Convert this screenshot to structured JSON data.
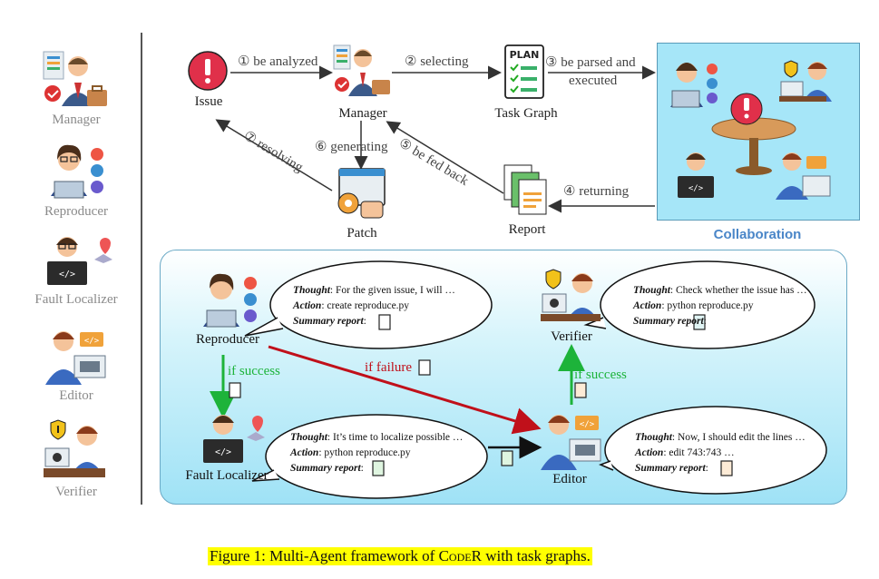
{
  "legend": {
    "manager": "Manager",
    "reproducer": "Reproducer",
    "fault_localizer": "Fault Localizer",
    "editor": "Editor",
    "verifier": "Verifier"
  },
  "top": {
    "nodes": {
      "issue": "Issue",
      "manager": "Manager",
      "task_graph": "Task Graph",
      "patch": "Patch",
      "report": "Report",
      "plan_text": "PLAN"
    },
    "edges": {
      "e1": "① be analyzed",
      "e2": "② selecting",
      "e3a": "③ be parsed and",
      "e3b": "executed",
      "e4": "④ returning",
      "e5": "⑤ be fed back",
      "e6": "⑥ generating",
      "e7": "⑦ resolving"
    },
    "collaboration": "Collaboration"
  },
  "bottom": {
    "agents": {
      "reproducer": "Reproducer",
      "fault_localizer": "Fault Localizer",
      "editor": "Editor",
      "verifier": "Verifier"
    },
    "edges": {
      "if_success_1": "if success",
      "if_failure": "if failure",
      "if_success_2": "if success"
    },
    "bubbles": {
      "reproducer": {
        "thought_key": "Thought",
        "thought": ": For the given issue, I will …",
        "action_key": "Action",
        "action": ": create reproduce.py",
        "summary_key": "Summary report",
        "summary": ":"
      },
      "fault_localizer": {
        "thought_key": "Thought",
        "thought": ": It’s time to localize possible …",
        "action_key": "Action",
        "action": ": python reproduce.py",
        "summary_key": "Summary report",
        "summary": ":"
      },
      "verifier": {
        "thought_key": "Thought",
        "thought": ": Check whether the issue has …",
        "action_key": "Action",
        "action": ": python reproduce.py",
        "summary_key": "Summary report",
        "summary": ":"
      },
      "editor": {
        "thought_key": "Thought",
        "thought": ": Now, I should edit the lines …",
        "action_key": "Action",
        "action": ": edit 743:743 …",
        "summary_key": "Summary report",
        "summary": ":"
      }
    }
  },
  "caption": {
    "prefix": "Figure 1: Multi-Agent framework of ",
    "name": "CodeR",
    "suffix": " with task graphs."
  },
  "colors": {
    "success_arrow": "#1db33a",
    "failure_arrow": "#c0101a",
    "collab_bg": "#a6e6f8",
    "collab_title": "#4a86c8"
  }
}
